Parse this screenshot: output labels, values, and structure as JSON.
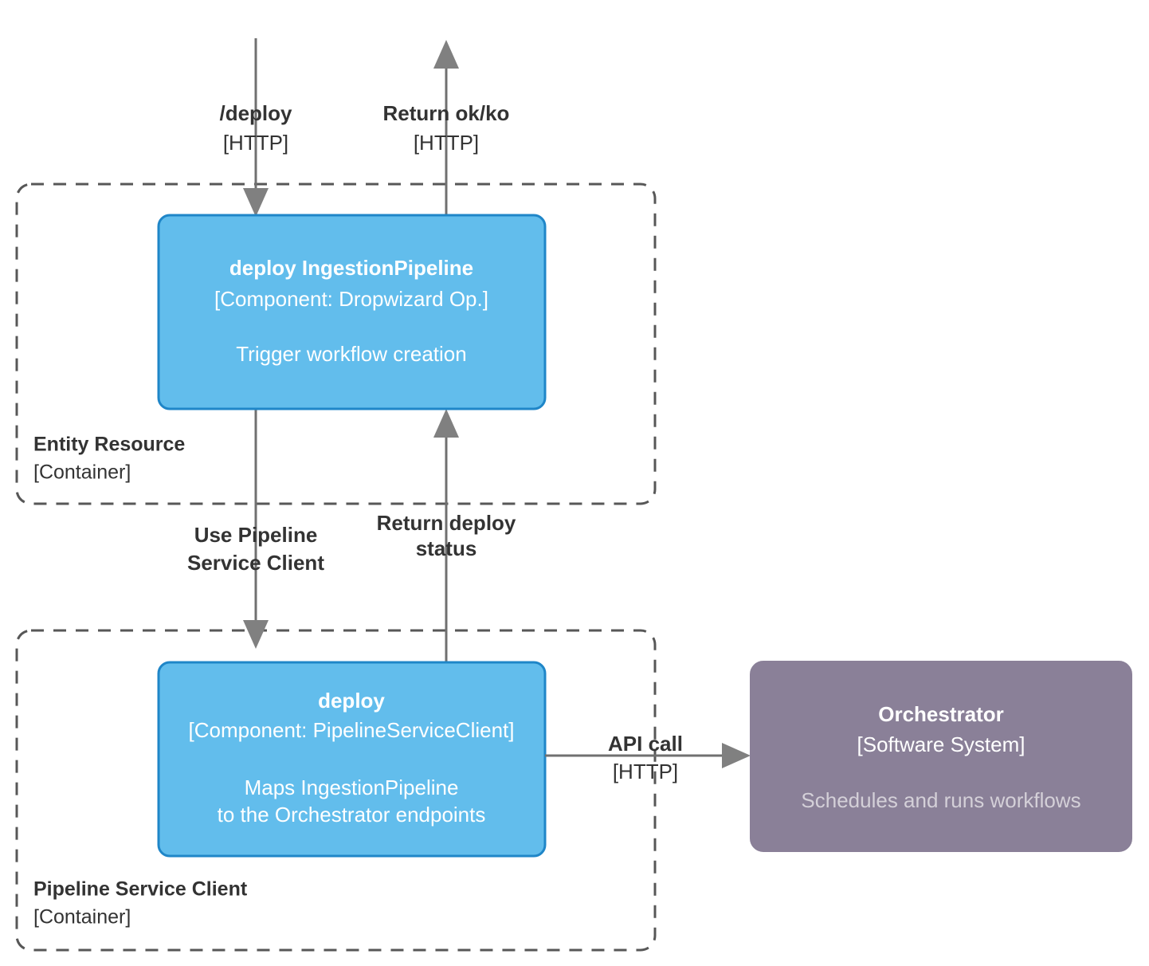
{
  "diagram": {
    "type": "c4-component-diagram",
    "colors": {
      "component_fill": "#62bdec",
      "component_stroke": "#1f86c8",
      "external_system_fill": "#8a8098",
      "boundary_stroke": "#575757",
      "edge_stroke": "#707070",
      "arrow_fill": "#808080",
      "text_dark": "#333333",
      "text_light": "#ffffff",
      "text_muted": "#d4d0d8",
      "background": "#ffffff"
    }
  },
  "boundaries": [
    {
      "id": "entity-resource",
      "name": "Entity Resource",
      "type": "[Container]"
    },
    {
      "id": "pipeline-service-client",
      "name": "Pipeline Service Client",
      "type": "[Container]"
    }
  ],
  "nodes": [
    {
      "id": "deploy-ingestion-pipeline",
      "title": "deploy IngestionPipeline",
      "type": "[Component: Dropwizard Op.]",
      "description": "Trigger workflow creation",
      "style": "component"
    },
    {
      "id": "deploy",
      "title": "deploy",
      "type": "[Component: PipelineServiceClient]",
      "description_line1": "Maps IngestionPipeline",
      "description_line2": "to the Orchestrator endpoints",
      "style": "component"
    },
    {
      "id": "orchestrator",
      "title": "Orchestrator",
      "type": "[Software System]",
      "description": "Schedules and runs workflows",
      "style": "external-system"
    }
  ],
  "edges": [
    {
      "id": "deploy-request",
      "label": "/deploy",
      "technology": "[HTTP]",
      "direction": "down"
    },
    {
      "id": "return-ok-ko",
      "label": "Return ok/ko",
      "technology": "[HTTP]",
      "direction": "up"
    },
    {
      "id": "use-pipeline-service-client",
      "label_line1": "Use Pipeline",
      "label_line2": "Service Client",
      "technology": "",
      "direction": "down"
    },
    {
      "id": "return-deploy-status",
      "label_line1": "Return deploy",
      "label_line2": "status",
      "technology": "",
      "direction": "up"
    },
    {
      "id": "api-call",
      "label": "API call",
      "technology": "[HTTP]",
      "direction": "right"
    }
  ]
}
